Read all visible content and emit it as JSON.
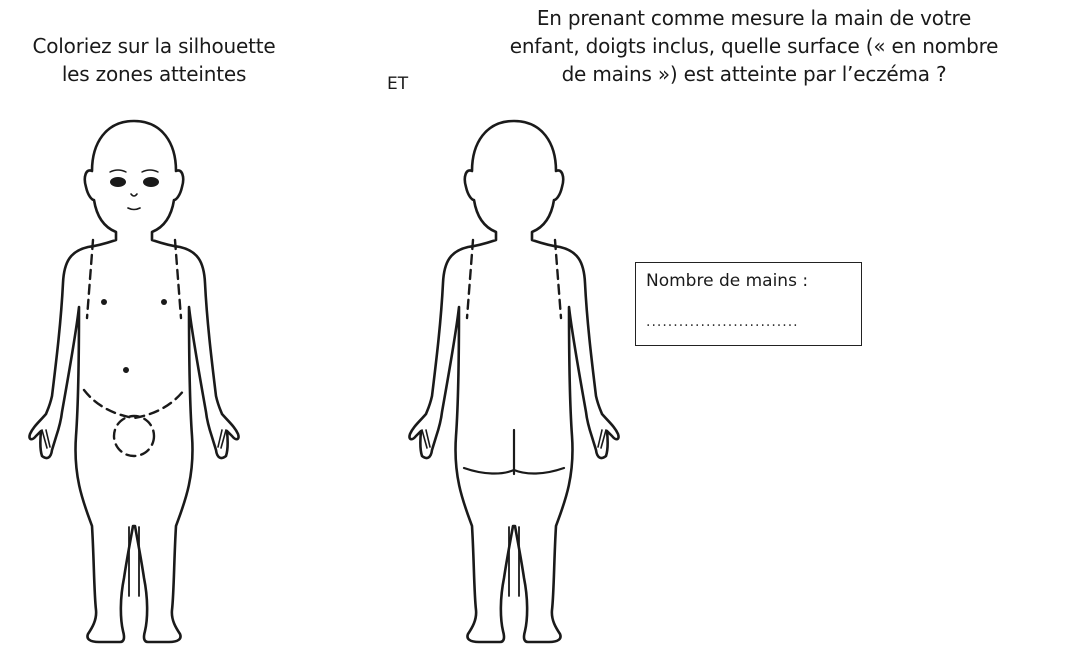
{
  "instructions": {
    "left_line1": "Coloriez sur la silhouette",
    "left_line2": "les zones atteintes",
    "connector": "ET",
    "right_line1": "En prenant comme mesure la main de votre",
    "right_line2": "enfant, doigts inclus, quelle surface (« en nombre",
    "right_line3": "de mains ») est atteinte par l’eczéma ?"
  },
  "hands_box": {
    "label": "Nombre de mains :",
    "dots": "............................",
    "value": ""
  },
  "colors": {
    "ink": "#1a1a1a",
    "paper": "#ffffff"
  }
}
